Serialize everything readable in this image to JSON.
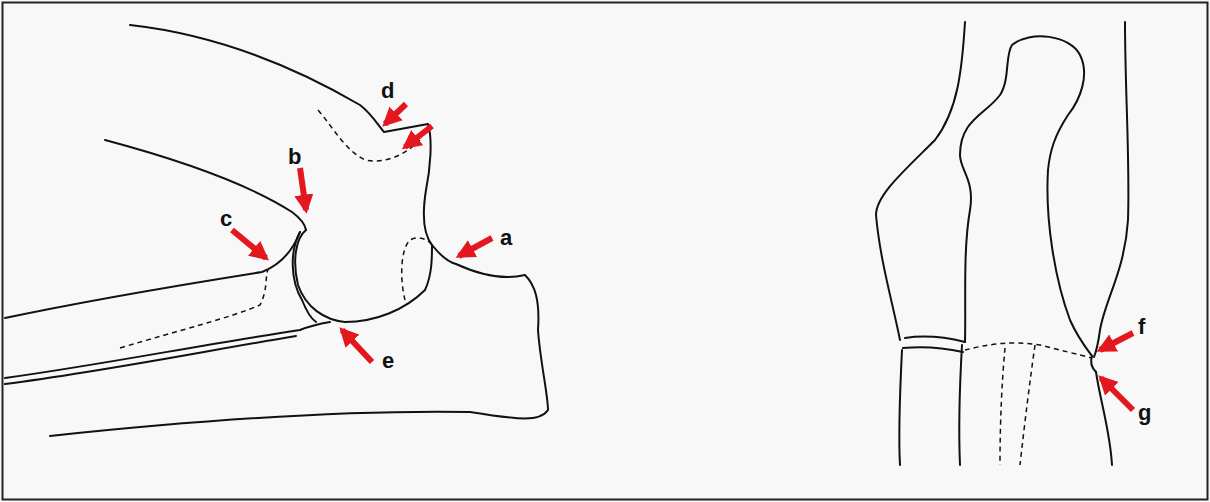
{
  "diagram": {
    "labels": [
      "d",
      "b",
      "c",
      "a",
      "e",
      "f",
      "g"
    ]
  }
}
